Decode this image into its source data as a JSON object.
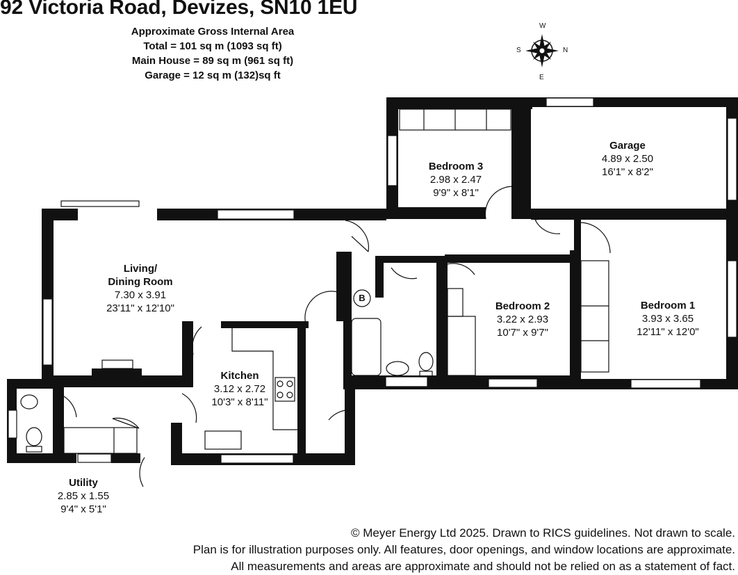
{
  "title": "92 Victoria Road, Devizes, SN10 1EU",
  "area_summary": {
    "heading": "Approximate Gross Internal Area",
    "lines": [
      "Total = 101 sq m (1093 sq ft)",
      "Main House = 89 sq m (961 sq ft)",
      "Garage = 12 sq m (132)sq ft"
    ]
  },
  "compass": {
    "n": "N",
    "s": "S",
    "e": "E",
    "w": "W"
  },
  "rooms": {
    "bedroom3": {
      "name": "Bedroom 3",
      "metric": "2.98 x 2.47",
      "imperial": "9'9\" x 8'1\""
    },
    "garage": {
      "name": "Garage",
      "metric": "4.89 x 2.50",
      "imperial": "16'1\" x 8'2\""
    },
    "living": {
      "name_line1": "Living/",
      "name_line2": "Dining Room",
      "metric": "7.30 x 3.91",
      "imperial": "23'11\" x 12'10\""
    },
    "bedroom1": {
      "name": "Bedroom 1",
      "metric": "3.93 x 3.65",
      "imperial": "12'11\" x 12'0\""
    },
    "bedroom2": {
      "name": "Bedroom 2",
      "metric": "3.22 x 2.93",
      "imperial": "10'7\" x 9'7\""
    },
    "kitchen": {
      "name": "Kitchen",
      "metric": "3.12 x 2.72",
      "imperial": "10'3\" x 8'11\""
    },
    "utility": {
      "name": "Utility",
      "metric": "2.85 x 1.55",
      "imperial": "9'4\" x 5'1\""
    }
  },
  "boiler_label": "B",
  "footer": [
    "© Meyer Energy Ltd 2025. Drawn to RICS guidelines.  Not drawn to scale.",
    "Plan is for illustration purposes only. All features, door openings, and window locations are approximate.",
    "All measurements and areas are approximate and should not be relied on as a statement of fact."
  ]
}
